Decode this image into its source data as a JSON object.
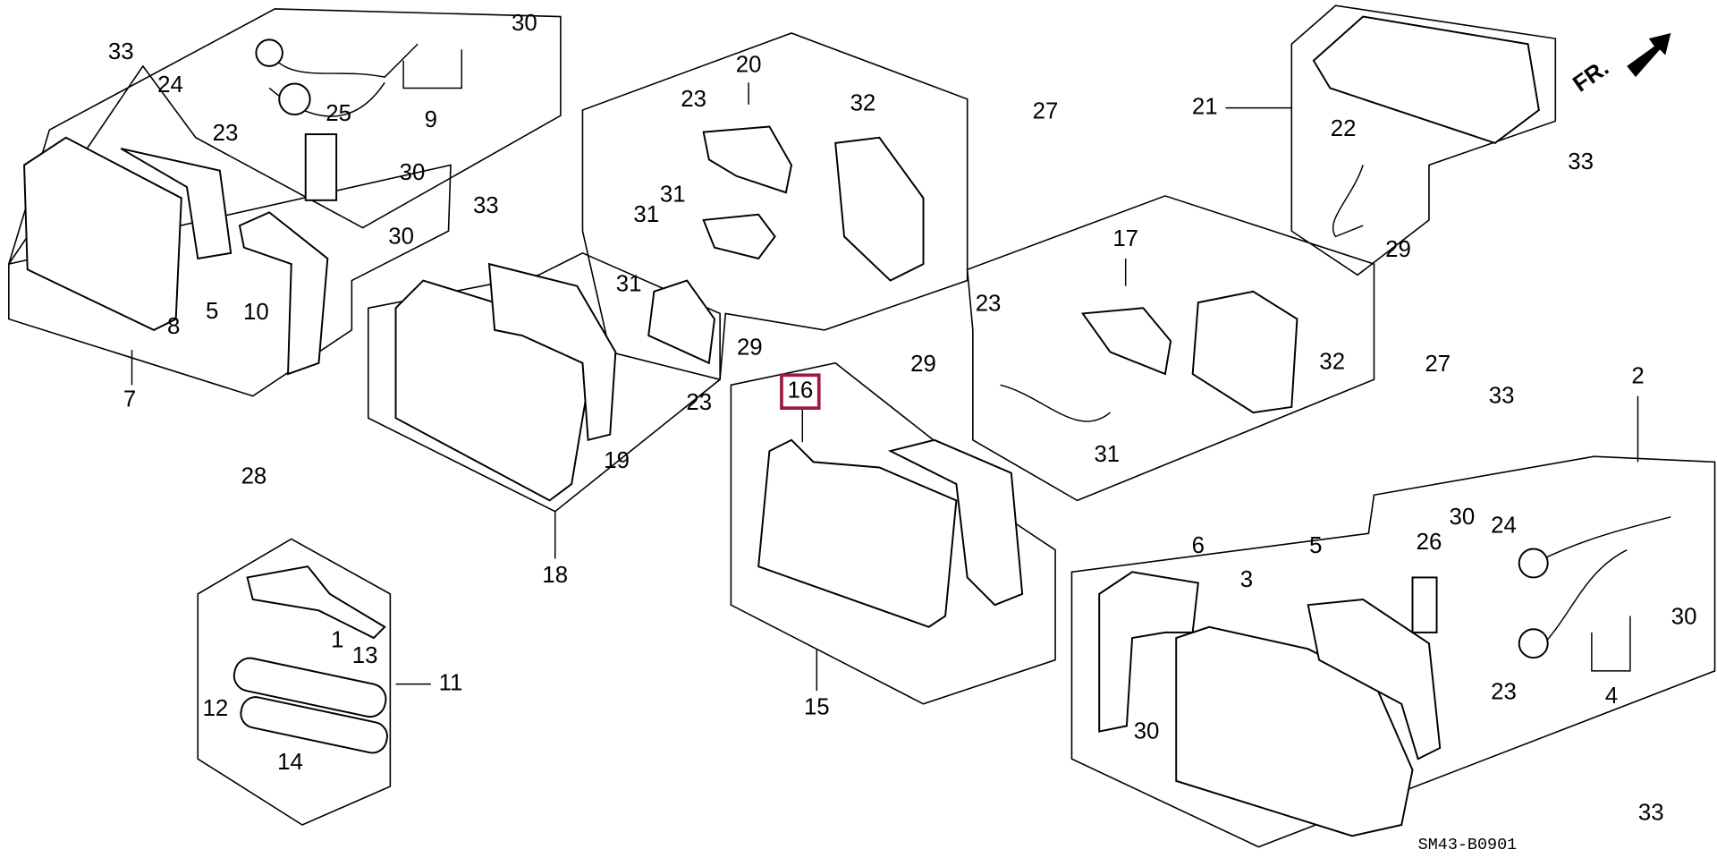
{
  "diagram_code": "SM43-B0901",
  "direction_marker": "FR.",
  "highlight_color": "#9b1c3c",
  "highlighted_part": "16",
  "callouts": [
    "33",
    "24",
    "23",
    "25",
    "30",
    "9",
    "30",
    "8",
    "5",
    "10",
    "7",
    "33",
    "30",
    "23",
    "20",
    "32",
    "31",
    "31",
    "31",
    "29",
    "23",
    "19",
    "18",
    "27",
    "21",
    "22",
    "33",
    "29",
    "27",
    "17",
    "23",
    "32",
    "31",
    "16",
    "29",
    "15",
    "28",
    "1",
    "13",
    "11",
    "12",
    "14",
    "2",
    "33",
    "30",
    "24",
    "26",
    "6",
    "5",
    "3",
    "30",
    "23",
    "4",
    "30",
    "33"
  ]
}
